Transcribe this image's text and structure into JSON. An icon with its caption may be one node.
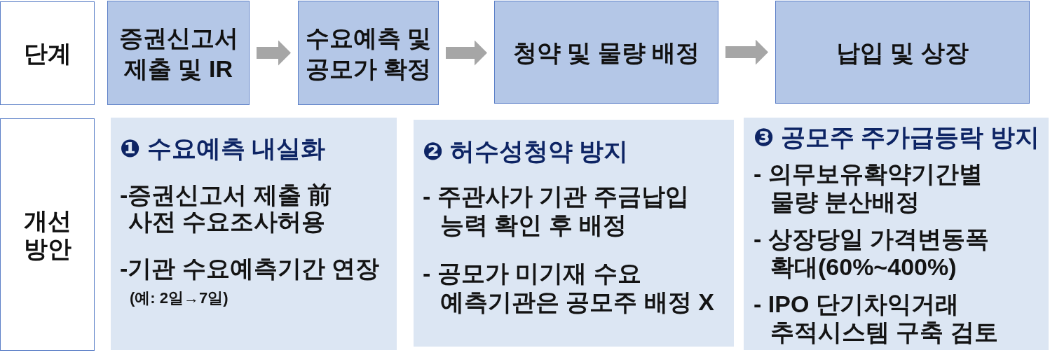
{
  "diagram": {
    "nodes": [
      {
        "text": [
          "단계"
        ]
      },
      {
        "text": [
          "증권신고서 제출 및 IR"
        ]
      },
      {
        "text": [
          "수요예측 및 공모가 확정"
        ]
      },
      {
        "text": [
          "청약 및 물량 배정"
        ]
      },
      {
        "text": [
          "납입 및 상장"
        ]
      },
      {
        "text": [
          "개선 방안"
        ]
      },
      {
        "text": [
          "❶ 수요예측 내실화",
          "-증권신고서 제출 前 사전 수요조사허용",
          "-기관 수요예측기간 연장",
          "(예: 2일→7일)"
        ]
      },
      {
        "text": [
          "❷ 허수성청약 방지",
          "- 주관사가 기관 주금납입 능력 확인 후 배정",
          "- 공모가 미기재 수요 예측기관은 공모주 배정 X"
        ]
      },
      {
        "text": [
          "❸ 공모주 주가급등락 방지",
          "- 의무보유확약기간별 물량 분산배정",
          "- 상장당일 가격변동폭 확대(60%~400%)",
          "- IPO 단기차익거래 추적시스템 구축 검토"
        ]
      }
    ],
    "edges": [
      {
        "from": 1,
        "to": 2,
        "arrow": "to"
      },
      {
        "from": 2,
        "to": 3,
        "arrow": "to"
      },
      {
        "from": 3,
        "to": 4,
        "arrow": "to"
      }
    ]
  }
}
